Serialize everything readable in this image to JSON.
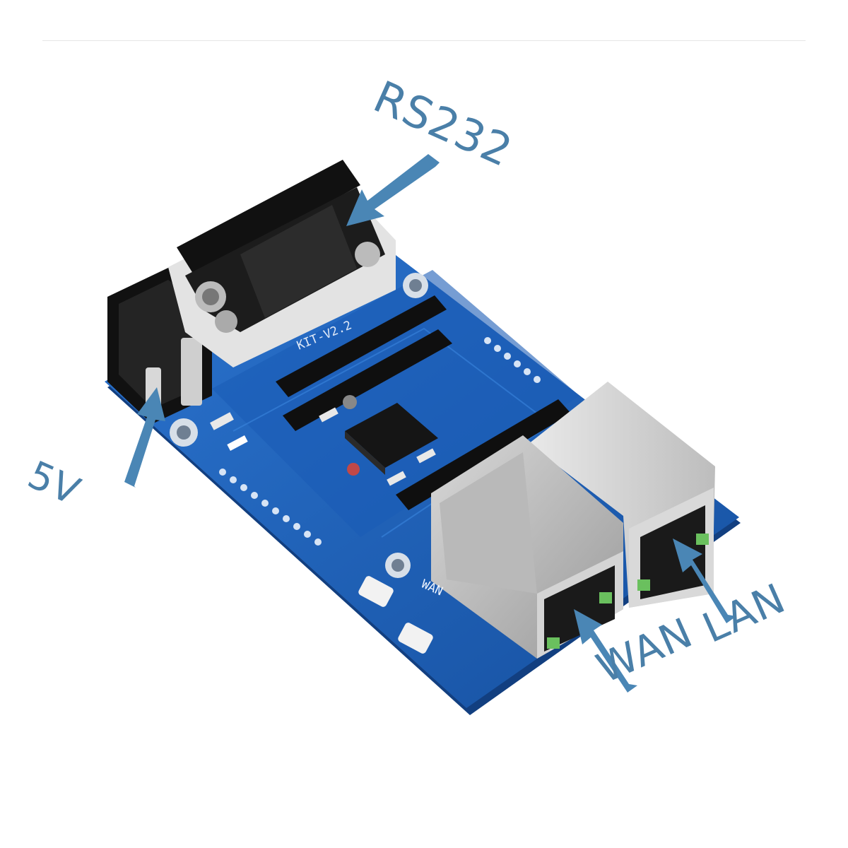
{
  "photo": {
    "subject": "serial-to-ethernet-module-board",
    "colors": {
      "pcb": "#1d5fb8",
      "pcb_dark": "#154a93",
      "label": "#4a7fa8",
      "metal": "#cfcfcf",
      "connector_black": "#1c1c1c"
    }
  },
  "callouts": {
    "rs232": "RS232",
    "power": "5V",
    "wan": "WAN",
    "lan": "LAN"
  },
  "silkscreen": {
    "kit_version": "KIT-V2.2",
    "wan_port": "WAN"
  }
}
